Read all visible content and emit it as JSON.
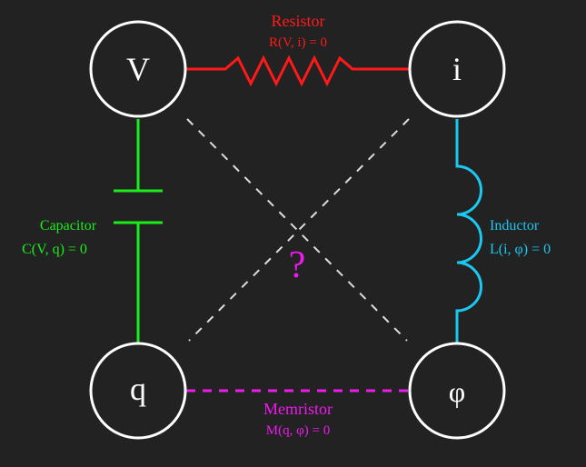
{
  "nodes": {
    "V": "V",
    "i": "i",
    "q": "q",
    "phi": "φ"
  },
  "edges": {
    "resistor": {
      "name": "Resistor",
      "relation": "R(V, i) = 0",
      "color": "#ff1a1a"
    },
    "capacitor": {
      "name": "Capacitor",
      "relation": "C(V, q) = 0",
      "color": "#1aee1a"
    },
    "inductor": {
      "name": "Inductor",
      "relation": "L(i, φ) = 0",
      "color": "#1ac8f0"
    },
    "memristor": {
      "name": "Memristor",
      "relation": "M(q, φ) = 0",
      "color": "#ee1aee"
    }
  },
  "center_mark": "?",
  "colors": {
    "background": "#222222",
    "node_stroke": "#ffffff",
    "diagonal": "#dddddd"
  }
}
